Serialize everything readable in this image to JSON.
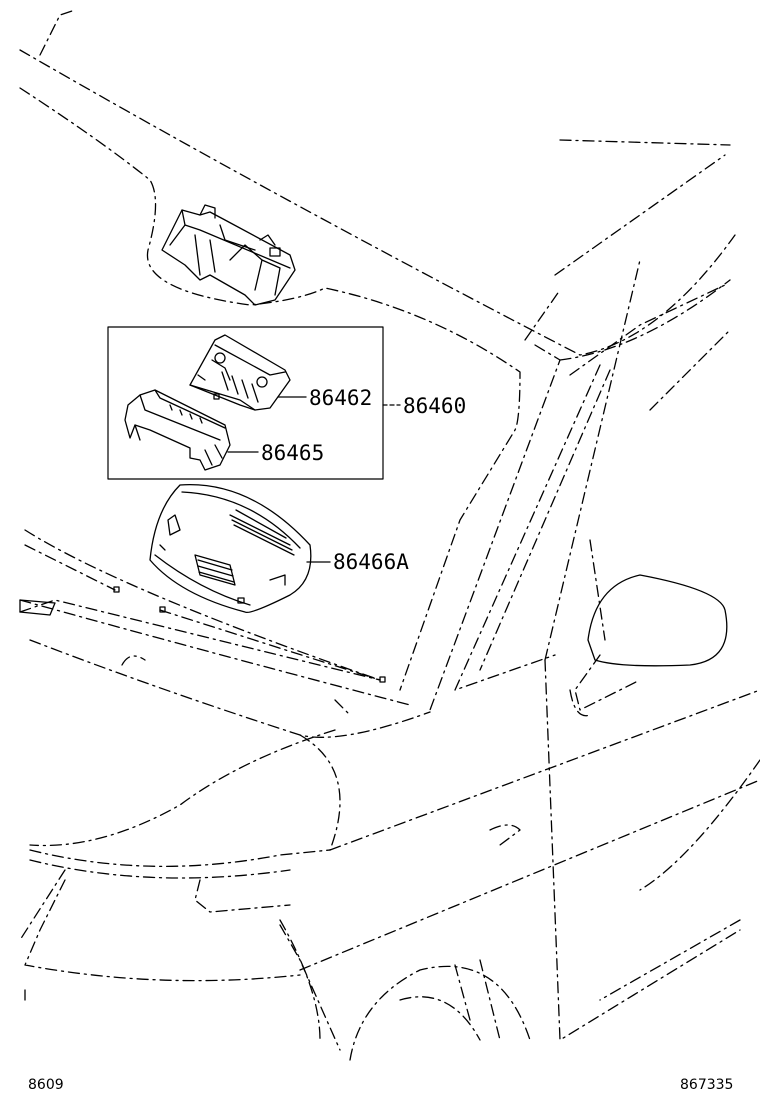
{
  "parts": {
    "camera_bracket": "86462",
    "camera_assembly": "86460",
    "camera_holder": "86465",
    "camera_cover": "86466A"
  },
  "footer": {
    "left_code": "8609",
    "right_code": "867335"
  },
  "colors": {
    "ink": "#000000",
    "background": "#ffffff"
  }
}
